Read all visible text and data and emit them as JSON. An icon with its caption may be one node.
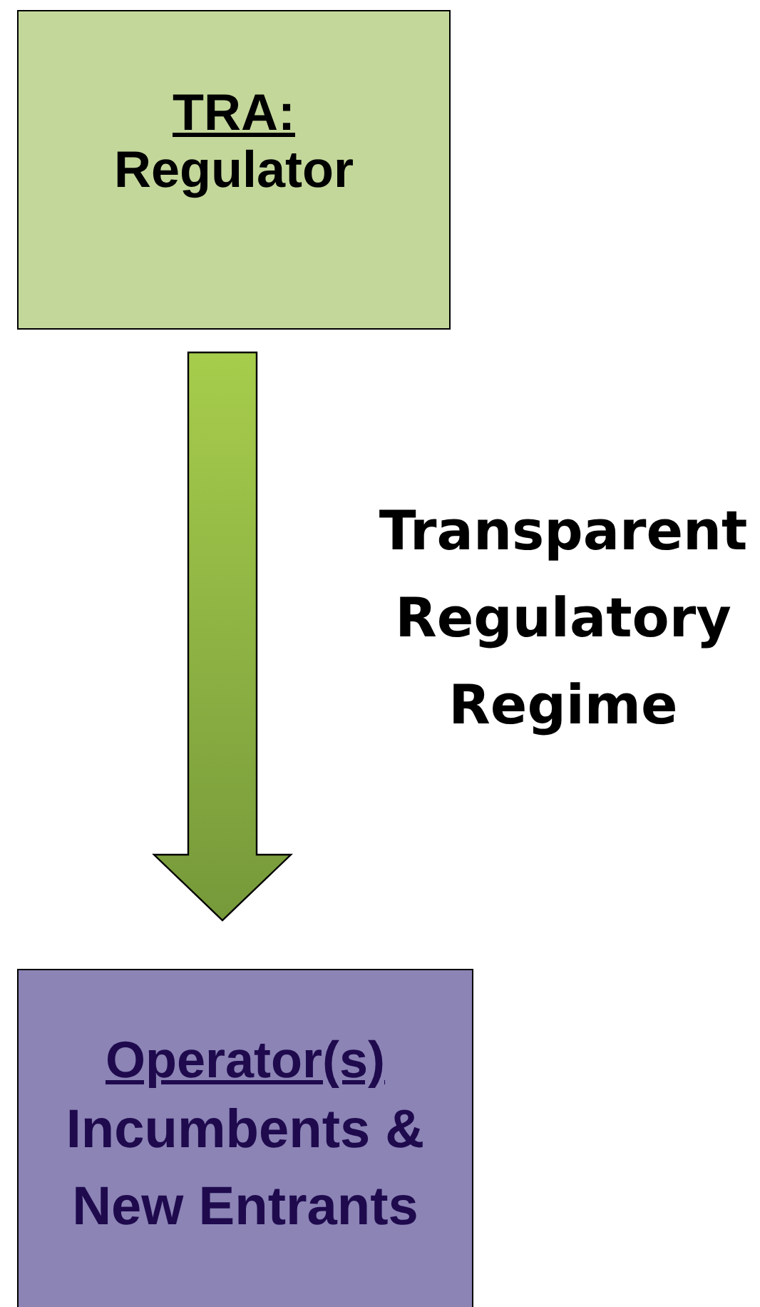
{
  "diagram": {
    "nodes": [
      {
        "text": [
          "TRA:",
          "Regulator"
        ]
      },
      {
        "text": [
          "Operator(s)",
          "Incumbents & New Entrants"
        ]
      }
    ],
    "edges": [
      {
        "from": 0,
        "to": 1,
        "arrow": "to",
        "label": "Transparent Regulatory Regime"
      }
    ]
  }
}
